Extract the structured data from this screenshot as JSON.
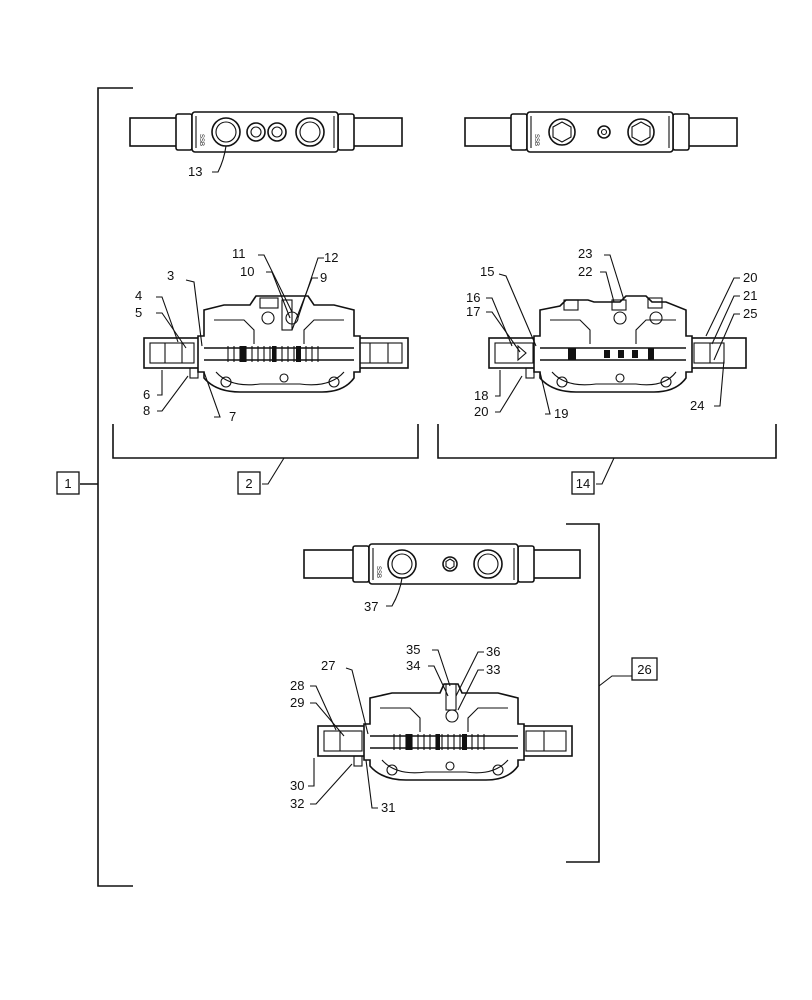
{
  "callouts": {
    "c1": "1",
    "c2": "2",
    "c3": "3",
    "c4": "4",
    "c5": "5",
    "c6": "6",
    "c7": "7",
    "c8": "8",
    "c9": "9",
    "c10": "10",
    "c11": "11",
    "c12": "12",
    "c13": "13",
    "c14": "14",
    "c15": "15",
    "c16": "16",
    "c17": "17",
    "c18": "18",
    "c19": "19",
    "c20a": "20",
    "c20b": "20",
    "c21": "21",
    "c22": "22",
    "c23": "23",
    "c24": "24",
    "c25": "25",
    "c26": "26",
    "c27": "27",
    "c28": "28",
    "c29": "29",
    "c30": "30",
    "c31": "31",
    "c32": "32",
    "c33": "33",
    "c34": "34",
    "c35": "35",
    "c36": "36",
    "c37": "37"
  },
  "body_marks": {
    "mark_a": "SSB",
    "mark_b": "SSB",
    "mark_c": "SSB"
  }
}
